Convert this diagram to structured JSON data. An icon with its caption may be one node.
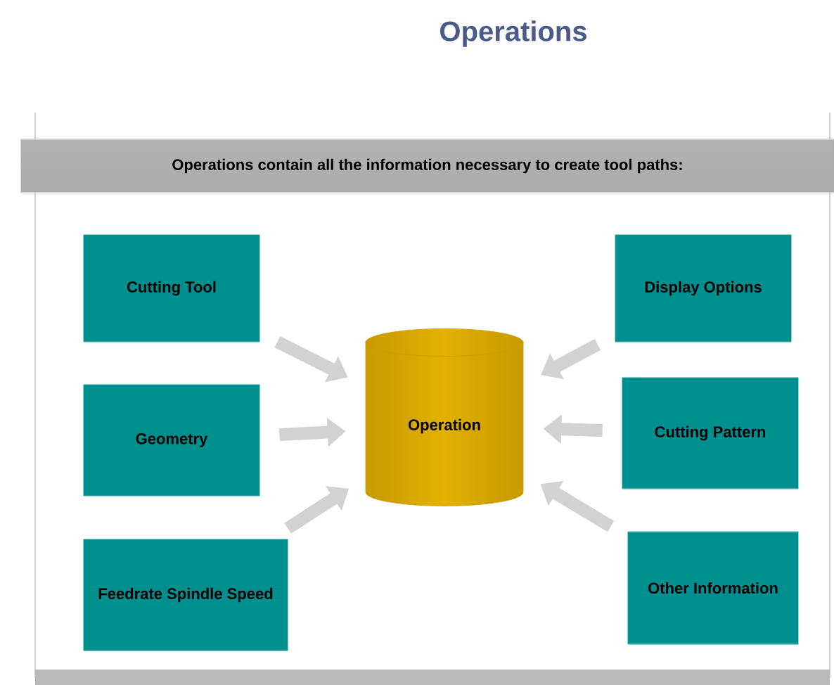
{
  "diagram": {
    "title": "Operations",
    "nodes": [
      {
        "text": [
          "Operations contain all the information necessary to create tool paths:"
        ]
      },
      {
        "text": [
          "Cutting Tool"
        ]
      },
      {
        "text": [
          "Display Options"
        ]
      },
      {
        "text": [
          "Geometry"
        ]
      },
      {
        "text": [
          "Operation"
        ]
      },
      {
        "text": [
          "Cutting Pattern"
        ]
      },
      {
        "text": [
          "Feedrate Spindle Speed"
        ]
      },
      {
        "text": [
          "Other Information"
        ]
      }
    ],
    "edges": [
      {
        "from": 1,
        "to": 4,
        "arrow": "to"
      },
      {
        "from": 2,
        "to": 4,
        "arrow": "to"
      },
      {
        "from": 3,
        "to": 4,
        "arrow": "to"
      },
      {
        "from": 5,
        "to": 4,
        "arrow": "to"
      },
      {
        "from": 6,
        "to": 4,
        "arrow": "to"
      },
      {
        "from": 7,
        "to": 4,
        "arrow": "to"
      }
    ]
  }
}
